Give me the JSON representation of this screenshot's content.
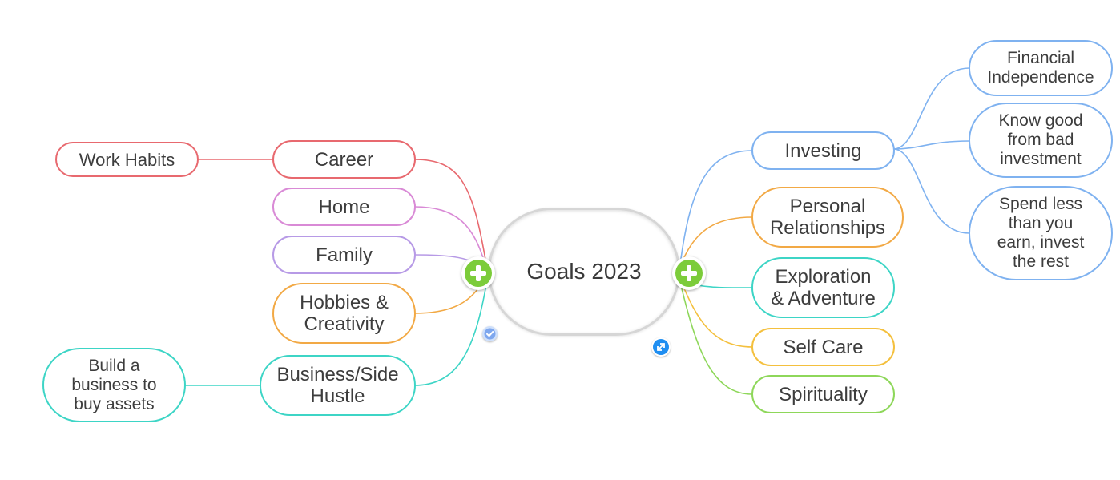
{
  "center": {
    "label": "Goals 2023"
  },
  "left": {
    "career": {
      "label": "Career",
      "color": "#e8696f"
    },
    "work_habits": {
      "label": "Work Habits",
      "color": "#e8696f"
    },
    "home": {
      "label": "Home",
      "color": "#d98ad6"
    },
    "family": {
      "label": "Family",
      "color": "#b79ae6"
    },
    "hobbies": {
      "label": "Hobbies &\nCreativity",
      "color": "#f2a945"
    },
    "business": {
      "label": "Business/Side\nHustle",
      "color": "#3dd5c6"
    },
    "build_business": {
      "label": "Build a\nbusiness to\nbuy assets",
      "color": "#3dd5c6"
    }
  },
  "right": {
    "investing": {
      "label": "Investing",
      "color": "#7fb2f0"
    },
    "financial_independence": {
      "label": "Financial\nIndependence",
      "color": "#7fb2f0"
    },
    "know_good": {
      "label": "Know good\nfrom bad\ninvestment",
      "color": "#7fb2f0"
    },
    "spend_less": {
      "label": "Spend less\nthan you\nearn, invest\nthe rest",
      "color": "#7fb2f0"
    },
    "relationships": {
      "label": "Personal\nRelationships",
      "color": "#f2a945"
    },
    "exploration": {
      "label": "Exploration\n& Adventure",
      "color": "#3dd5c6"
    },
    "self_care": {
      "label": "Self Care",
      "color": "#f4c03e"
    },
    "spirituality": {
      "label": "Spirituality",
      "color": "#8ed75a"
    }
  },
  "icons": {
    "left_expand": "plus-icon",
    "right_expand": "plus-icon",
    "task": "check-icon",
    "link": "expand-arrow-icon"
  }
}
